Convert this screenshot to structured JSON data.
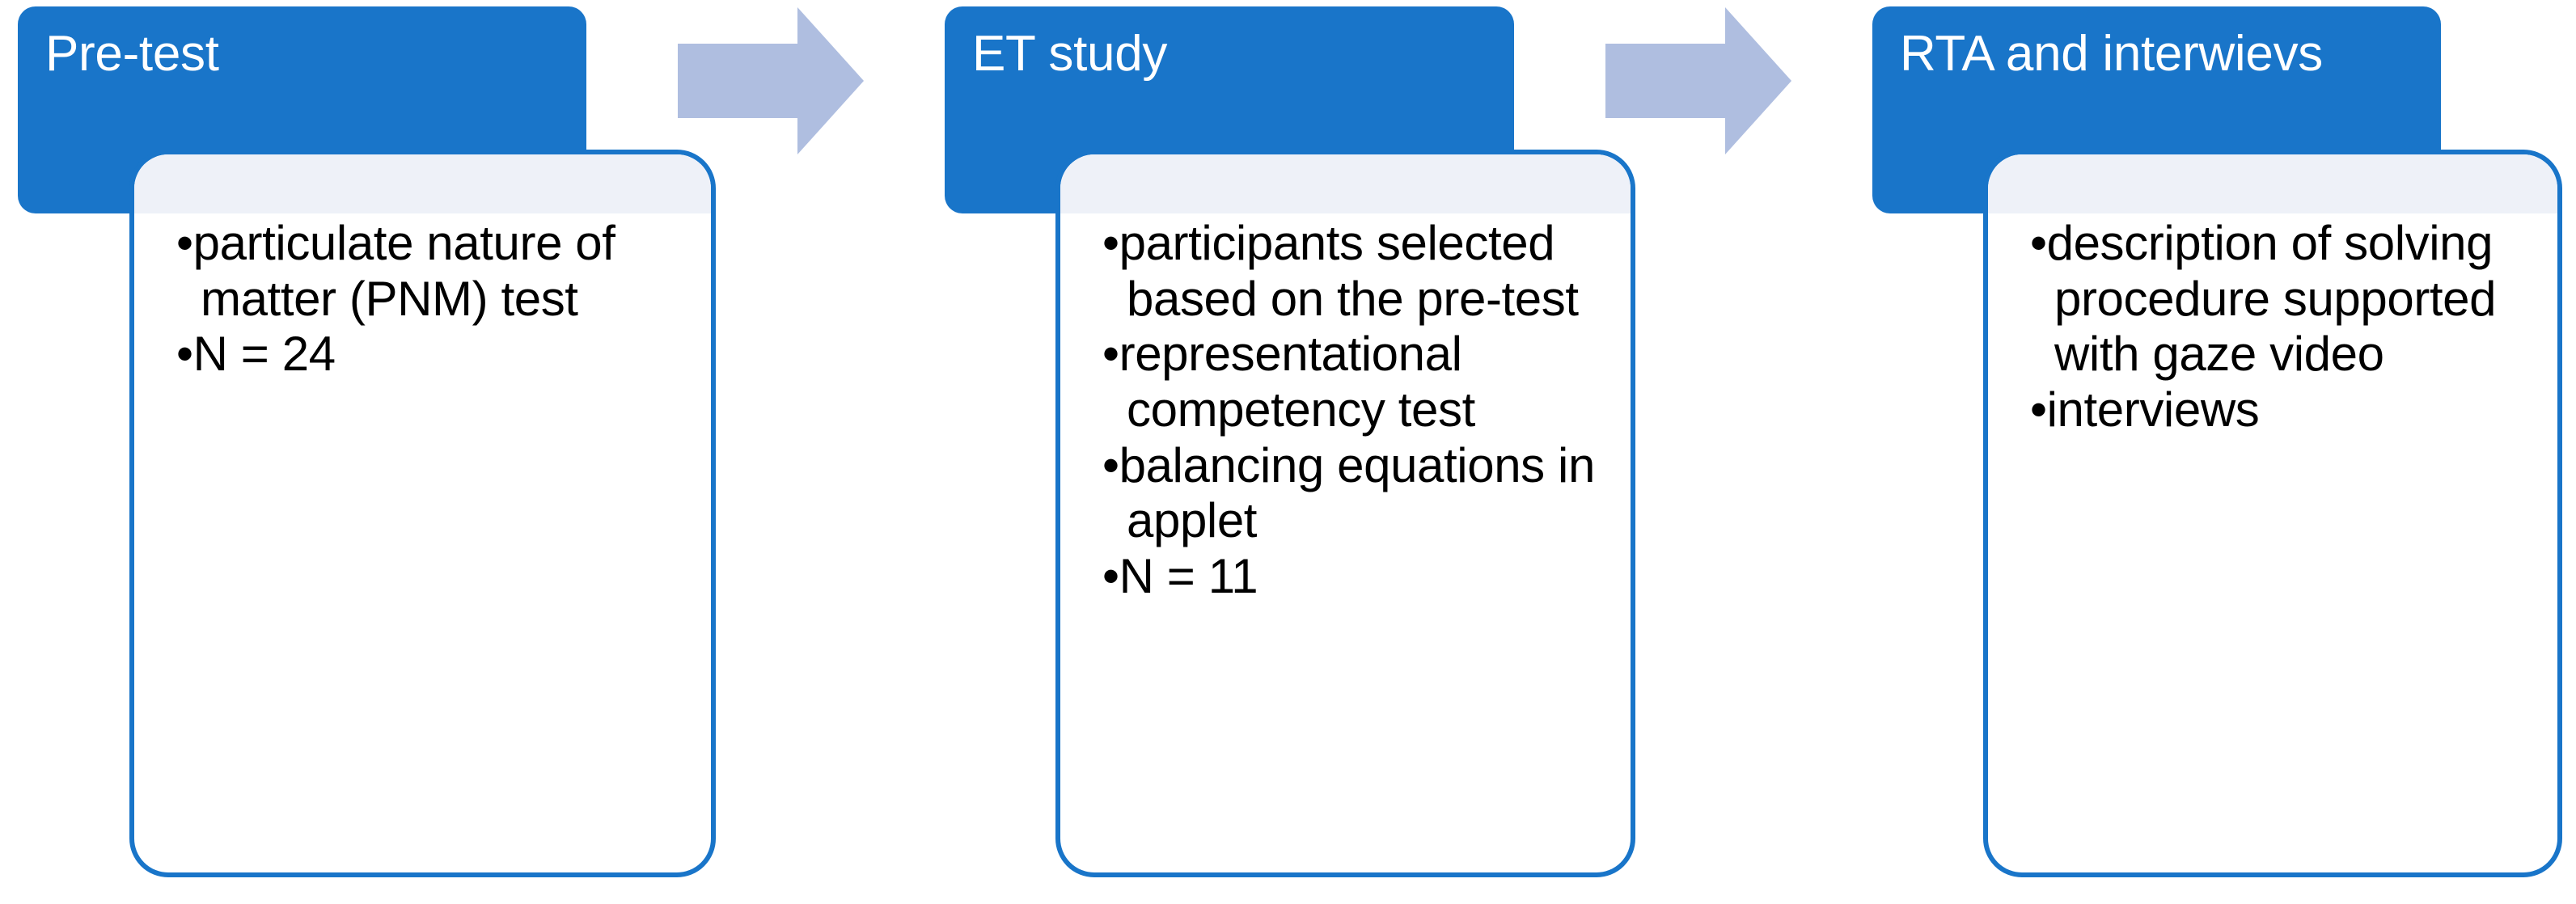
{
  "diagram": {
    "type": "process-flow",
    "title": "",
    "orientation": "horizontal",
    "colors": {
      "banner_blue": "#1975C9",
      "card_border": "#1975C9",
      "card_fill": "#FFFFFF",
      "card_overlap_tint": "#EEF1F8",
      "arrow": "#AFBEE0",
      "banner_text": "#FFFFFF",
      "bullet_text": "#000000"
    },
    "stages": [
      {
        "id": "pre-test",
        "title": "Pre-test",
        "bullets": [
          "particulate nature of matter (PNM) test",
          "N = 24"
        ]
      },
      {
        "id": "et-study",
        "title": "ET study",
        "bullets": [
          "participants selected based on the pre-test",
          "representational competency test",
          "balancing equations in applet",
          "N = 11"
        ]
      },
      {
        "id": "rta-and-interviews",
        "title": "RTA and interwievs",
        "bullets": [
          "description of solving procedure supported with gaze video",
          "interviews"
        ]
      }
    ],
    "connectors": [
      {
        "id": "arrow-1",
        "from": "pre-test",
        "to": "et-study",
        "glyph": "right-arrow"
      },
      {
        "id": "arrow-2",
        "from": "et-study",
        "to": "rta-and-interviews",
        "glyph": "right-arrow"
      }
    ],
    "bullet_marker": "•"
  }
}
